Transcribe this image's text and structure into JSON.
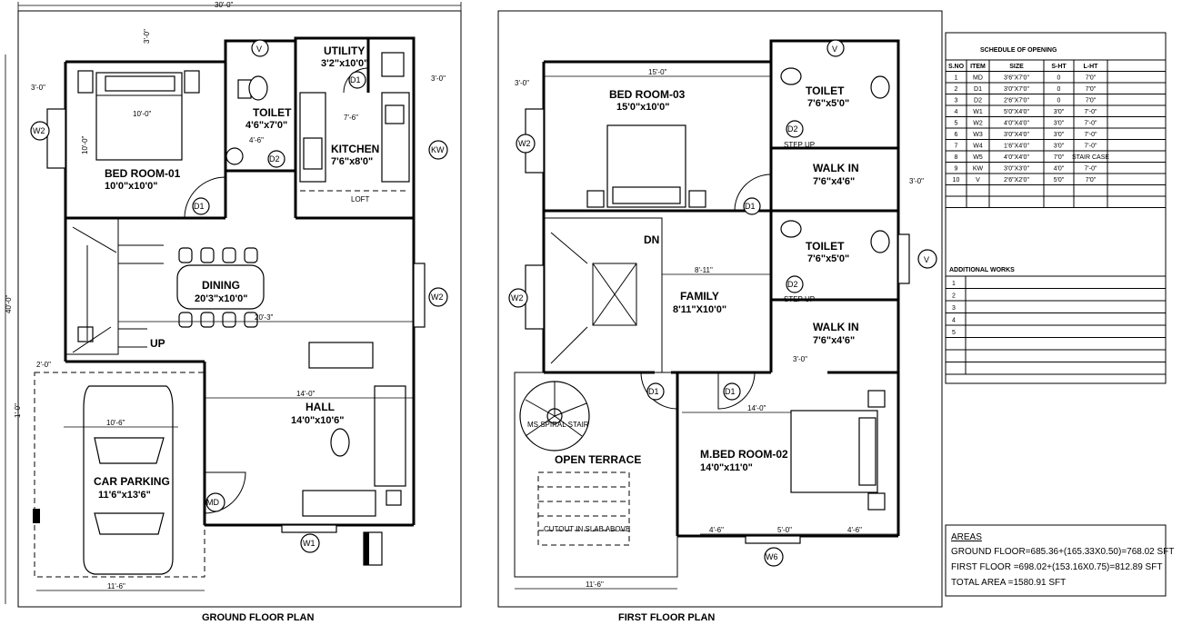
{
  "ground_floor": {
    "caption": "GROUND FLOOR PLAN",
    "overall_width": "30'-0\"",
    "overall_depth": "40'-0\"",
    "rooms": [
      {
        "name": "BED ROOM-01",
        "size": "10'0\"x10'0\""
      },
      {
        "name": "TOILET",
        "size": "4'6\"x7'0\""
      },
      {
        "name": "UTILITY",
        "size": "3'2\"x10'0\""
      },
      {
        "name": "KITCHEN",
        "size": "7'6\"x8'0\""
      },
      {
        "name": "DINING",
        "size": "20'3\"x10'0\""
      },
      {
        "name": "HALL",
        "size": "14'0\"x10'6\""
      },
      {
        "name": "CAR PARKING",
        "size": "11'6\"x13'6\""
      }
    ],
    "labels": {
      "loft": "LOFT",
      "up": "UP"
    },
    "dims": {
      "d_3_0_top": "3'-0\"",
      "d_3_0_left": "3'-0\"",
      "d_3_0_right": "3'-0\"",
      "d_10_0_bed": "10'-0\"",
      "d_4_6": "4'-6\"",
      "d_7_6": "7'-6\"",
      "d_14_0": "14'-0\"",
      "d_20_3": "20'-3\"",
      "d_10_6_car": "10'-6\"",
      "d_11_6": "11'-6\"",
      "d_2_0": "2'-0\"",
      "d_1_0": "1'-0\""
    },
    "tags": [
      "W2",
      "V",
      "D1",
      "D2",
      "KW",
      "W2",
      "D1",
      "MD",
      "W1"
    ]
  },
  "first_floor": {
    "caption": "FIRST FLOOR PLAN",
    "rooms": [
      {
        "name": "BED ROOM-03",
        "size": "15'0\"x10'0\""
      },
      {
        "name": "TOILET",
        "size": "7'6\"x5'0\""
      },
      {
        "name": "WALK IN",
        "size": "7'6\"x4'6\""
      },
      {
        "name": "TOILET",
        "size": "7'6\"x5'0\""
      },
      {
        "name": "FAMILY",
        "size": "8'11\"X10'0\""
      },
      {
        "name": "WALK IN",
        "size": "7'6\"x4'6\""
      },
      {
        "name": "OPEN TERRACE",
        "size": ""
      },
      {
        "name": "M.BED ROOM-02",
        "size": "14'0\"x11'0\""
      }
    ],
    "labels": {
      "dn": "DN",
      "step_up_1": "STEP UP",
      "step_up_2": "STEP UP",
      "spiral": "MS SPIRAL STAIR",
      "cutout": "CUTOUT IN SLAB ABOVE"
    },
    "dims": {
      "d_15_0": "15'-0\"",
      "d_3_0_left": "3'-0\"",
      "d_3_0_right": "3'-0\"",
      "d_8_11": "8'-11\"",
      "d_14_0": "14'-0\"",
      "d_4_6": "4'-6\"",
      "d_5_0": "5'-0\"",
      "d_4_6b": "4'-6\"",
      "d_11_6": "11'-6\"",
      "d_3_0_walk": "3'-0\""
    },
    "tags": [
      "V",
      "W2",
      "D2",
      "D1",
      "D2",
      "V",
      "W2",
      "D1",
      "D1",
      "W6"
    ]
  },
  "schedule": {
    "title": "SCHEDULE OF OPENING",
    "headers": [
      "S.NO",
      "ITEM",
      "SIZE",
      "S-HT",
      "L-HT"
    ],
    "rows": [
      [
        "1",
        "MD",
        "3'6\"X7'0\"",
        "0",
        "7'0\""
      ],
      [
        "2",
        "D1",
        "3'0\"X7'0\"",
        "0",
        "7'0\""
      ],
      [
        "3",
        "D2",
        "2'6\"X7'0\"",
        "0",
        "7'0\""
      ],
      [
        "4",
        "W1",
        "5'0\"X4'0\"",
        "3'0\"",
        "7'-0\""
      ],
      [
        "5",
        "W2",
        "4'0\"X4'0\"",
        "3'0\"",
        "7'-0\""
      ],
      [
        "6",
        "W3",
        "3'0\"X4'0\"",
        "3'0\"",
        "7'-0\""
      ],
      [
        "7",
        "W4",
        "1'6\"X4'0\"",
        "3'0\"",
        "7'-0\""
      ],
      [
        "8",
        "W5",
        "4'0\"X4'0\"",
        "7'0\"",
        "STAIR CASE"
      ],
      [
        "9",
        "KW",
        "3'0\"X3'0\"",
        "4'0\"",
        "7'-0\""
      ],
      [
        "10",
        "V",
        "2'6\"X2'0\"",
        "5'0\"",
        "7'0\""
      ]
    ]
  },
  "additional_works": {
    "title": "ADDITIONAL WORKS",
    "rows": [
      "1",
      "2",
      "3",
      "4",
      "5"
    ]
  },
  "areas": {
    "title": "AREAS",
    "lines": [
      "GROUND FLOOR=685.36+(165.33X0.50)=768.02  SFT",
      "FIRST FLOOR     =698.02+(153.16X0.75)=812.89  SFT",
      "TOTAL AREA      =1580.91 SFT"
    ]
  },
  "colors": {
    "line": "#000000",
    "paper": "#ffffff"
  }
}
